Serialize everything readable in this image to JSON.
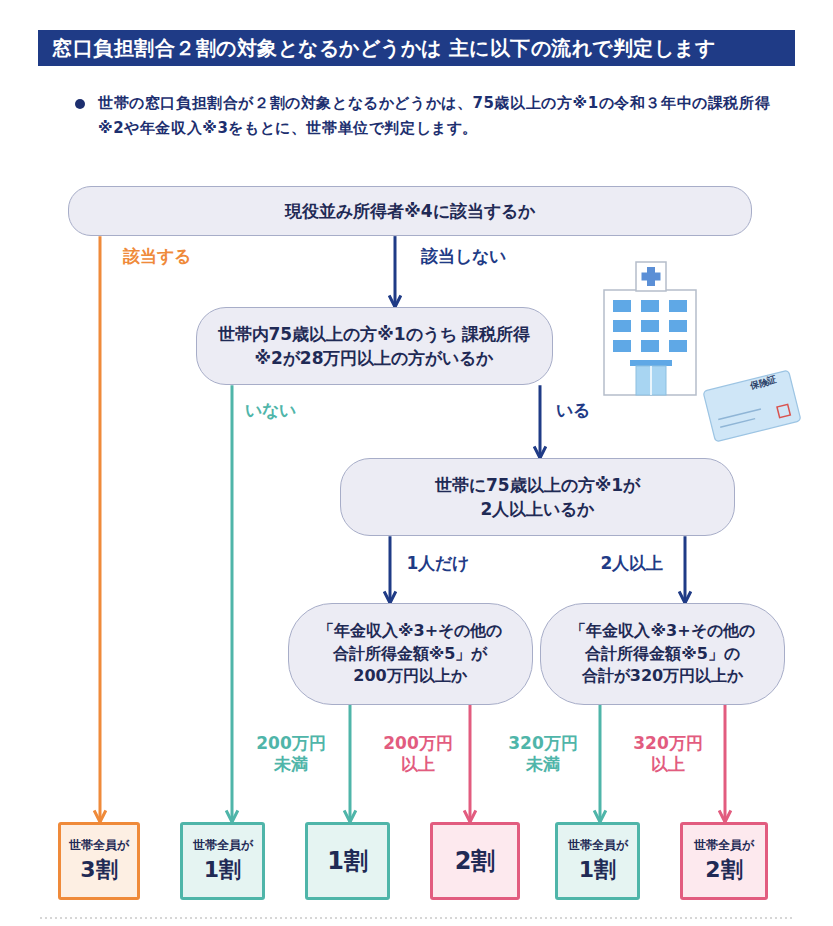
{
  "diagram": {
    "title": "窓口負担割合２割の対象となるかどうかは 主に以下の流れで判定します",
    "nodes": [
      {
        "text": [
          "現役並み所得者※4に該当するか"
        ]
      },
      {
        "text": [
          "世帯内75歳以上の方※1のうち 課税所得※2が28万円以上の方がいるか"
        ]
      },
      {
        "text": [
          "世帯に75歳以上の方※1が 2人以上いるか"
        ]
      },
      {
        "text": [
          "「年金収入※3+その他の 合計所得金額※5」が 200万円以上か"
        ]
      },
      {
        "text": [
          "「年金収入※3+その他の 合計所得金額※5」の 合計が320万円以上か"
        ]
      },
      {
        "text": [
          "世帯全員が",
          "3割"
        ]
      },
      {
        "text": [
          "世帯全員が",
          "1割"
        ]
      },
      {
        "text": [
          "1割"
        ]
      },
      {
        "text": [
          "2割"
        ]
      },
      {
        "text": [
          "世帯全員が",
          "1割"
        ]
      },
      {
        "text": [
          "世帯全員が",
          "2割"
        ]
      }
    ],
    "edges": [
      {
        "from": 0,
        "to": 5,
        "arrow": "to",
        "label": "該当する"
      },
      {
        "from": 0,
        "to": 1,
        "arrow": "to",
        "label": "該当しない"
      },
      {
        "from": 1,
        "to": 6,
        "arrow": "to",
        "label": "いない"
      },
      {
        "from": 1,
        "to": 2,
        "arrow": "to",
        "label": "いる"
      },
      {
        "from": 2,
        "to": 3,
        "arrow": "to",
        "label": "1人だけ"
      },
      {
        "from": 2,
        "to": 4,
        "arrow": "to",
        "label": "2人以上"
      },
      {
        "from": 3,
        "to": 7,
        "arrow": "to",
        "label": "200万円 未満"
      },
      {
        "from": 3,
        "to": 8,
        "arrow": "to",
        "label": "200万円 以上"
      },
      {
        "from": 4,
        "to": 9,
        "arrow": "to",
        "label": "320万円 未満"
      },
      {
        "from": 4,
        "to": 10,
        "arrow": "to",
        "label": "320万円 以上"
      }
    ],
    "labels": [
      "世帯の窓口負担割合が２割の対象となるかどうかは、75歳以上の方※1の令和３年中の課税所得※2や年金収入※3をもとに、世帯単位で判定します。",
      "保険証"
    ]
  }
}
